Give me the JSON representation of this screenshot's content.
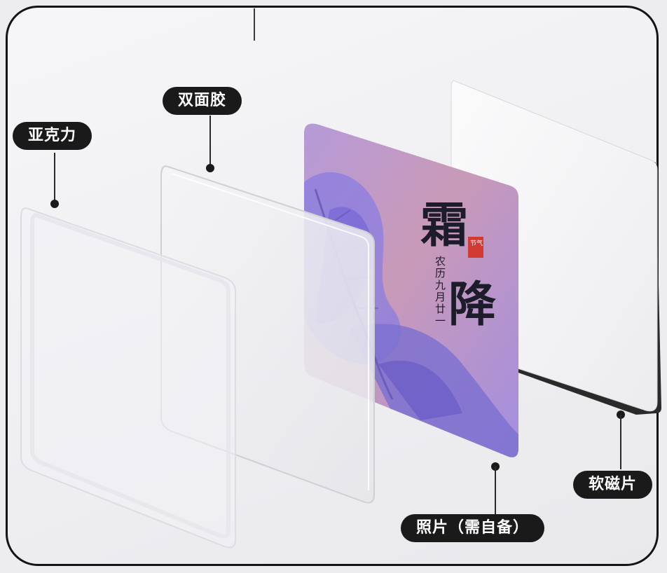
{
  "labels": {
    "acrylic": "亚克力",
    "double_tape": "双面胶",
    "photo": "照片（需自备）",
    "soft_magnet": "软磁片"
  },
  "photo_card": {
    "title_line1": "霜",
    "title_line2": "降",
    "seal_text": "节气",
    "vertical_text": "农历九月廿一"
  },
  "colors": {
    "tag_bg": "#1a1a1a",
    "tag_text": "#ffffff",
    "photo_purple": "#a48fd6",
    "photo_pink": "#c99ab8",
    "leaf": "#7b6fd0",
    "magnet_white": "#f5f5f6",
    "seal_red": "#d23a34"
  },
  "icons": [
    "leaf-illustration-icon",
    "label-dot-icon"
  ]
}
